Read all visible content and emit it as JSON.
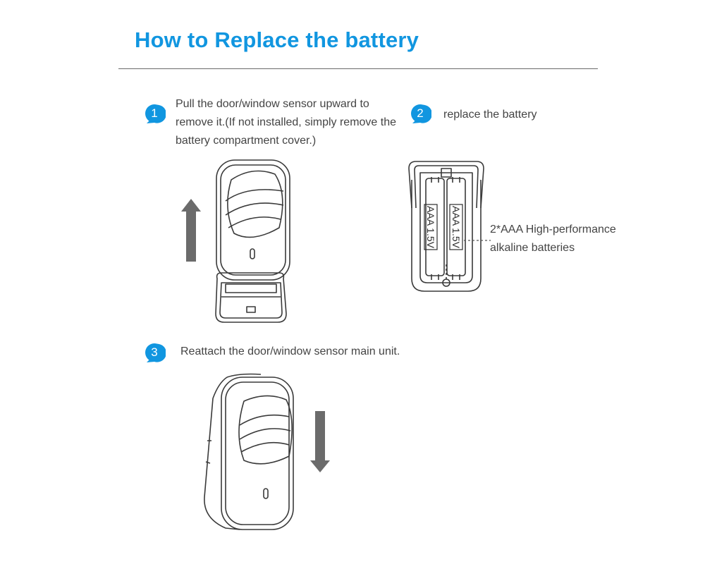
{
  "title": "How to Replace the battery",
  "steps": [
    {
      "number": "1",
      "text": "Pull the door/window sensor upward to remove it.(If not installed, simply remove the battery compartment cover.)"
    },
    {
      "number": "2",
      "text": "replace the battery"
    },
    {
      "number": "3",
      "text": "Reattach the door/window sensor main unit."
    }
  ],
  "battery_label": "AAA 1.5V",
  "callout": "2*AAA High-performance alkaline batteries",
  "colors": {
    "accent": "#1196e0",
    "arrow": "#6b6b6b",
    "line": "#3a3a3a"
  },
  "icons": {
    "up_arrow": "arrow-up-icon",
    "down_arrow": "arrow-down-icon"
  }
}
